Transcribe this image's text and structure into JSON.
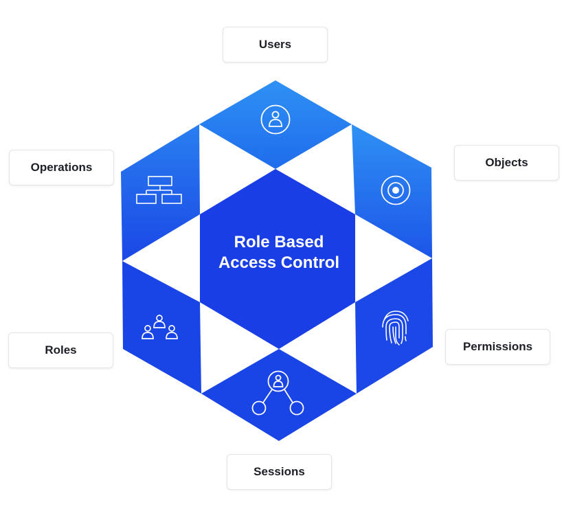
{
  "center": {
    "line1": "Role Based",
    "line2": "Access Control"
  },
  "segments": [
    {
      "label": "Users",
      "icon": "user-icon"
    },
    {
      "label": "Objects",
      "icon": "target-icon"
    },
    {
      "label": "Permissions",
      "icon": "fingerprint-icon"
    },
    {
      "label": "Sessions",
      "icon": "user-network-icon"
    },
    {
      "label": "Roles",
      "icon": "group-icon"
    },
    {
      "label": "Operations",
      "icon": "hierarchy-icon"
    }
  ],
  "colors": {
    "light_blue": "#2d8bf3",
    "dark_blue": "#1a4be8",
    "center_blue": "#1a3ee6"
  }
}
